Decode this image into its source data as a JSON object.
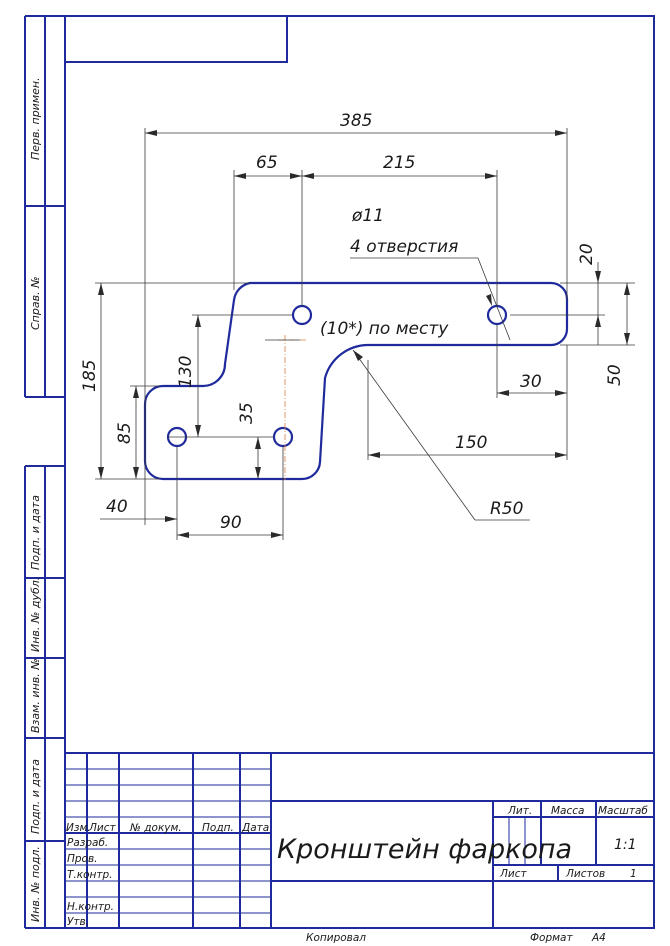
{
  "drawing": {
    "title": "Кронштейн фаркопа",
    "scale": "1:1",
    "sheets_count": "1",
    "format_value": "А4",
    "copied_label": "Копировал",
    "format_label": "Формат"
  },
  "dimensions": {
    "overall_width": "385",
    "left_offset": "65",
    "hole_spacing_top": "215",
    "hole_diameter": "ø11",
    "hole_count": "4 отверстия",
    "top_edge_to_hole": "20",
    "top_band_height": "50",
    "by_place": "(10*) по месту",
    "right_hole_offset": "30",
    "overall_height": "185",
    "step_height": "130",
    "lower_band_height": "85",
    "bottom_hole_height": "35",
    "bottom_right_width": "150",
    "left_hole_offset": "40",
    "bottom_hole_spacing": "90",
    "radius": "R50"
  },
  "side_columns": [
    "Перв. примен.",
    "Справ. №",
    "Подп. и дата",
    "Инв. № дубл.",
    "Взам. инв. №",
    "Подп. и дата",
    "Инв. № подл."
  ],
  "title_block": {
    "col_headers": [
      "Изм.",
      "Лист",
      "№ докум.",
      "Подп.",
      "Дата"
    ],
    "rows": [
      "Разраб.",
      "Пров.",
      "Т.контр.",
      "Н.контр.",
      "Утв."
    ],
    "lit_label": "Лит.",
    "mass_label": "Масса",
    "scale_label": "Масштаб",
    "sheet_label": "Лист",
    "sheets_label": "Листов"
  }
}
